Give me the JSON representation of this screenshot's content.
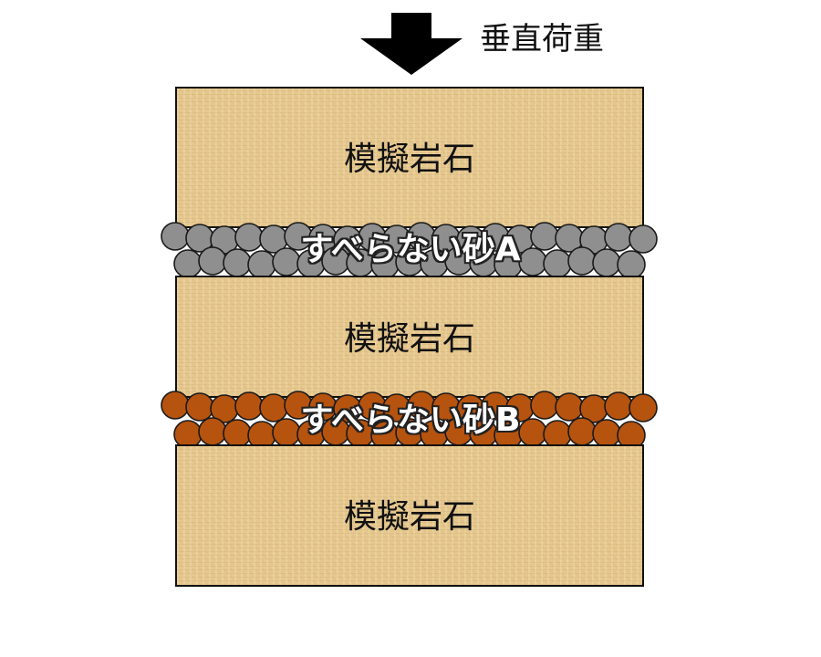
{
  "load": {
    "label": "垂直荷重",
    "icon": "down-arrow-icon",
    "color": "#000000"
  },
  "blocks": [
    {
      "label": "模擬岩石"
    },
    {
      "label": "模擬岩石"
    },
    {
      "label": "模擬岩石"
    }
  ],
  "sand_layers": [
    {
      "label": "すべらない砂A",
      "grain_color": "#8f8f8f"
    },
    {
      "label": "すべらない砂B",
      "grain_color": "#b5530f"
    }
  ],
  "colors": {
    "rock": "#e6c88f",
    "outline": "#111111"
  }
}
